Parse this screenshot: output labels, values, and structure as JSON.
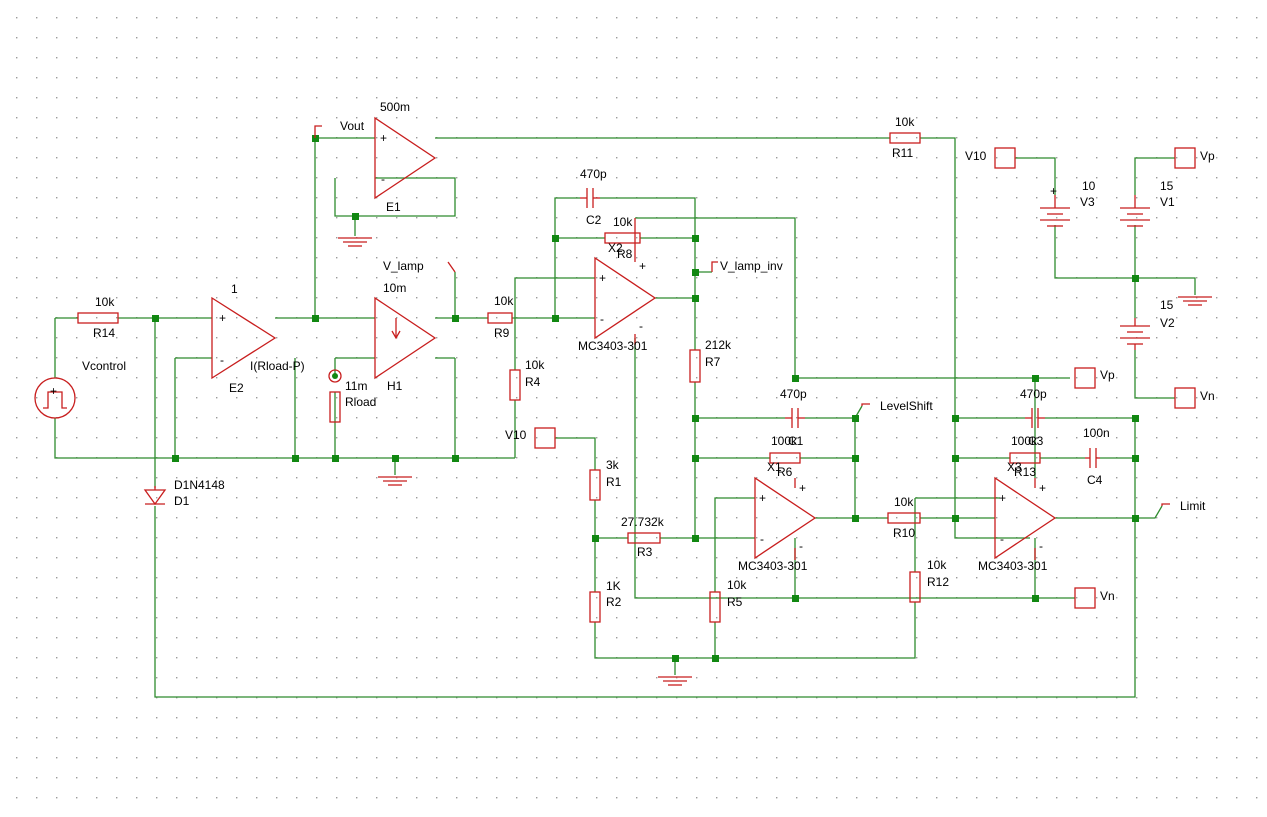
{
  "colors": {
    "wire": "#2e8b2e",
    "component": "#c81e1e",
    "junction": "#118811",
    "grid_dot": "#9a9a9a",
    "text": "#000000"
  },
  "components": {
    "R14": {
      "ref": "R14",
      "value": "10k"
    },
    "Vcontrol": {
      "ref": "Vcontrol"
    },
    "E2": {
      "ref": "E2",
      "value": "1"
    },
    "E1": {
      "ref": "E1",
      "value": "500m"
    },
    "H1": {
      "ref": "H1",
      "value": "10m"
    },
    "Rload": {
      "ref": "Rload",
      "value": "11m"
    },
    "probe": {
      "label": "I(Rload-P)"
    },
    "D1": {
      "ref": "D1",
      "model": "D1N4148"
    },
    "R9": {
      "ref": "R9",
      "value": "10k"
    },
    "R4": {
      "ref": "R4",
      "value": "10k"
    },
    "C2": {
      "ref": "C2",
      "value": "470p"
    },
    "R8": {
      "ref": "R8",
      "value": "10k"
    },
    "X2": {
      "ref": "X2",
      "model": "MC3403-301"
    },
    "R7": {
      "ref": "R7",
      "value": "212k"
    },
    "R1": {
      "ref": "R1",
      "value": "3k"
    },
    "R2": {
      "ref": "R2",
      "value": "1K"
    },
    "R3": {
      "ref": "R3",
      "value": "27.732k"
    },
    "R5": {
      "ref": "R5",
      "value": "10k"
    },
    "C1": {
      "ref": "C1",
      "value": "470p"
    },
    "R6": {
      "ref": "R6",
      "value": "100k"
    },
    "X1": {
      "ref": "X1",
      "model": "MC3403-301"
    },
    "R10": {
      "ref": "R10",
      "value": "10k"
    },
    "R12": {
      "ref": "R12",
      "value": "10k"
    },
    "R11": {
      "ref": "R11",
      "value": "10k"
    },
    "C3": {
      "ref": "C3",
      "value": "470p"
    },
    "R13": {
      "ref": "R13",
      "value": "100k"
    },
    "C4": {
      "ref": "C4",
      "value": "100n"
    },
    "X3": {
      "ref": "X3",
      "model": "MC3403-301"
    },
    "V3": {
      "ref": "V3",
      "value": "10"
    },
    "V1": {
      "ref": "V1",
      "value": "15"
    },
    "V2": {
      "ref": "V2",
      "value": "15"
    }
  },
  "net_labels": {
    "vout": "Vout",
    "v_lamp": "V_lamp",
    "v_lamp_inv": "V_lamp_inv",
    "levelshift": "LevelShift",
    "limit": "Limit",
    "v10_in": "V10",
    "vp": "Vp",
    "vn": "Vn",
    "v10_src": "V10",
    "vp_src": "Vp",
    "vn_src": "Vn"
  },
  "opamp_pins": {
    "plus": "+",
    "minus": "-"
  }
}
